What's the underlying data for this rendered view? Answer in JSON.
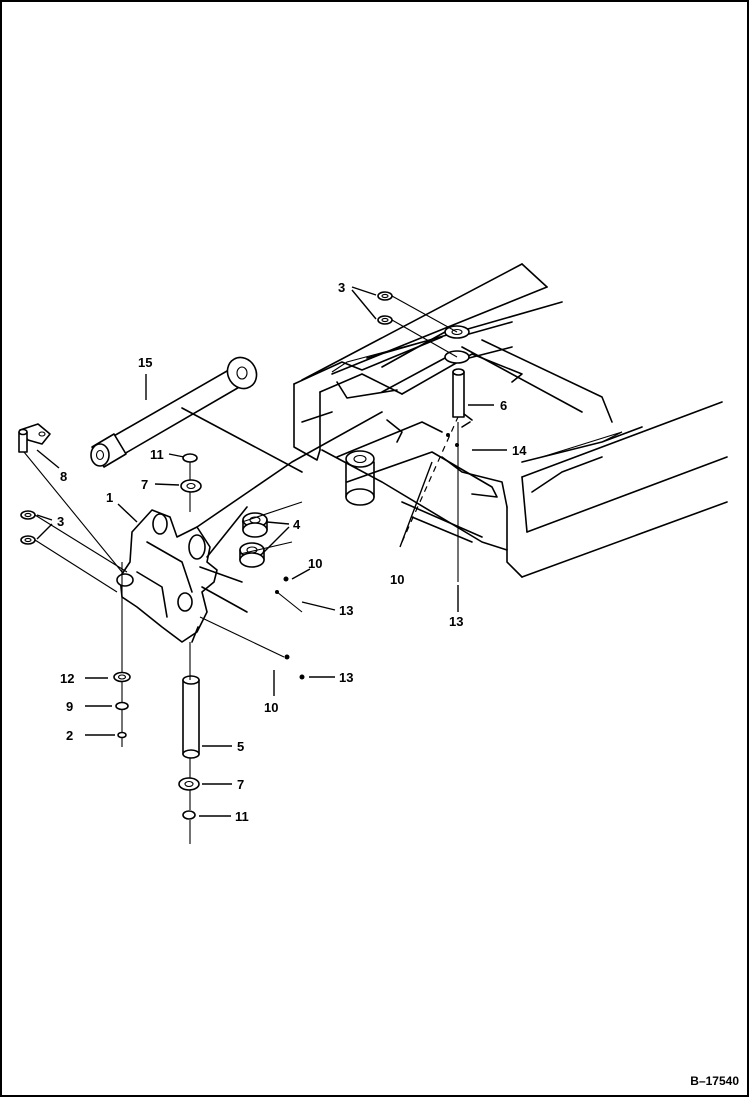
{
  "figure": {
    "reference": "B–17540"
  },
  "callouts": {
    "c1": "1",
    "c2": "2",
    "c3a": "3",
    "c3b": "3",
    "c4": "4",
    "c5": "5",
    "c6": "6",
    "c7a": "7",
    "c7b": "7",
    "c8": "8",
    "c9": "9",
    "c10a": "10",
    "c10b": "10",
    "c10c": "10",
    "c11a": "11",
    "c11b": "11",
    "c12": "12",
    "c13a": "13",
    "c13b": "13",
    "c13c": "13",
    "c14": "14",
    "c15": "15"
  }
}
